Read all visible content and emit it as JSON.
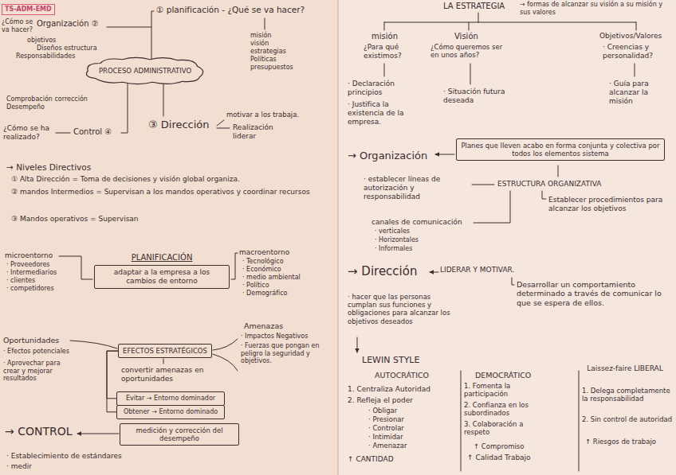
{
  "diagram": {
    "nodes": [
      {
        "text": [
          "TS-ADM-EMD"
        ]
      },
      {
        "text": [
          "PROCESO ADMINISTRATIVO"
        ]
      },
      {
        "text": [
          "PLANIFICACIÓN",
          "adaptar a la empresa a los cambios de entorno"
        ]
      },
      {
        "text": [
          "EFECTOS ESTRATÉGICOS"
        ]
      },
      {
        "text": [
          "Evitar → Entorno dominador"
        ]
      },
      {
        "text": [
          "Obtener → Entorno dominado"
        ]
      },
      {
        "text": [
          "medición y corrección del desempeño"
        ]
      },
      {
        "text": [
          "Planes que lleven acabo en forma conjunta y colectiva por todos los elementos sistema"
        ]
      }
    ],
    "edges": [
      {
        "from": 3,
        "to": 4,
        "arrow": "none"
      },
      {
        "from": 3,
        "to": 5,
        "arrow": "none"
      }
    ],
    "labels": [
      "¿Cómo se va hacer?",
      "Organización ②",
      "objetivos",
      "Diseños estructura",
      "Responsabilidades",
      "① planificación - ¿Qué se va hacer?",
      "misión",
      "visión",
      "estrategias",
      "Políticas",
      "presupuestos",
      "Comprobación corrección Desempeño",
      "¿Cómo se ha realizado?",
      "Control ④",
      "③ Dirección",
      "motivar a los trabaja.",
      "Realización liderar",
      "→ Niveles Directivos",
      "① Alta Dirección = Toma de decisiones y visión global organiza.",
      "② mandos Intermedios = Supervisan a los mandos operativos y coordinar recursos",
      "③ Mandos operativos = Supervisan",
      "microentorno",
      "· Proveedores",
      "· Intermediarios",
      "· clientes",
      "· competidores",
      "macroentorno",
      "· Tecnológico",
      "· Económico",
      "· medio ambiental",
      "· Político",
      "· Demográfico",
      "Oportunidades",
      "· Efectos potenciales",
      "· Aprovechar para crear y mejorar resultados",
      "convertir amenazas en oportunidades",
      "Amenazas",
      "· Impactos Negativos",
      "· Fuerzas que pongan en peligro la seguridad y objetivos.",
      "→ CONTROL",
      "· Establecimiento de estándares",
      "· medir",
      "LA ESTRATEGIA",
      "→ formas de alcanzar su visión a su misión y sus valores",
      "misión",
      "¿Para qué existimos?",
      "· Declaración principios",
      "· Justifica la existencia de la empresa.",
      "Visión",
      "¿Cómo queremos ser en unos años?",
      "· Situación futura deseada",
      "Objetivos/Valores",
      "· Creencias y personalidad?",
      "· Guía para alcanzar la misión",
      "→ Organización",
      "· establecer líneas de autorización y responsabilidad",
      "ESTRUCTURA ORGANIZATIVA",
      "Establecer procedimientos para alcanzar los objetivos",
      "canales de comunicación",
      "· verticales",
      "· Horizontales",
      "· Informales",
      "→ Dirección",
      "LIDERAR Y MOTIVAR.",
      "Desarrollar un comportamiento determinado a través de comunicar lo que se espera de ellos.",
      "· hacer que las personas cumplan sus funciones y obligaciones para alcanzar los objetivos deseados",
      "LEWIN STYLE",
      "AUTOCRÁTICO",
      "1. Centraliza Autoridad",
      "2. Refleja el poder",
      "· Obligar",
      "· Presionar",
      "· Controlar",
      "· Intimidar",
      "· Amenazar",
      "↑ CANTIDAD",
      "DEMOCRÁTICO",
      "1. Fomenta la participación",
      "2. Confianza en los subordinados",
      "3. Colaboración a respeto",
      "↑ Compromiso",
      "↑ Calidad Trabajo",
      "Laissez-faire LIBERAL",
      "1. Delega completamente la responsabilidad",
      "2. Sin control de autoridad",
      "↑ Riesgos de trabajo"
    ]
  }
}
